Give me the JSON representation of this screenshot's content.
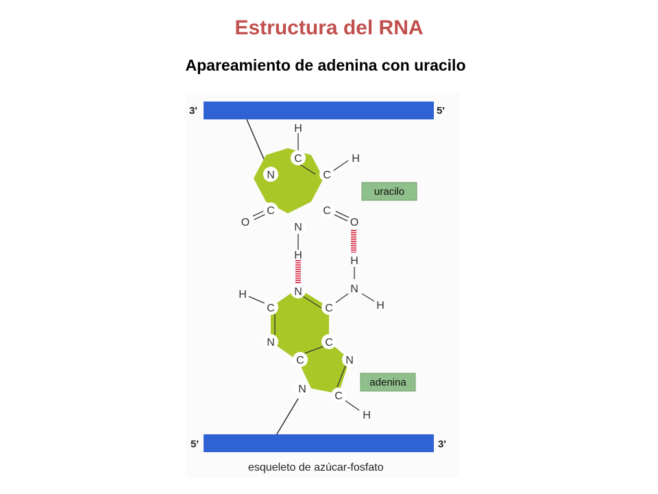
{
  "title": "Estructura del RNA",
  "subtitle": "Apareamiento de adenina con uracilo",
  "strands": {
    "top": {
      "left_end": "3'",
      "right_end": "5'"
    },
    "bottom": {
      "left_end": "5'",
      "right_end": "3'"
    }
  },
  "labels": {
    "uracil": "uracilo",
    "adenine": "adenina",
    "backbone": "esqueleto de azúcar-fosfato"
  },
  "atoms": {
    "carbon": "C",
    "nitrogen": "N",
    "hydrogen": "H",
    "oxygen": "O"
  },
  "colors": {
    "strand": "#2f62d2",
    "base_ring": "#a9c828",
    "hydrogen_bond": "#d81e3c",
    "label_box": "#8fbf8a",
    "title": "#c0504d"
  }
}
